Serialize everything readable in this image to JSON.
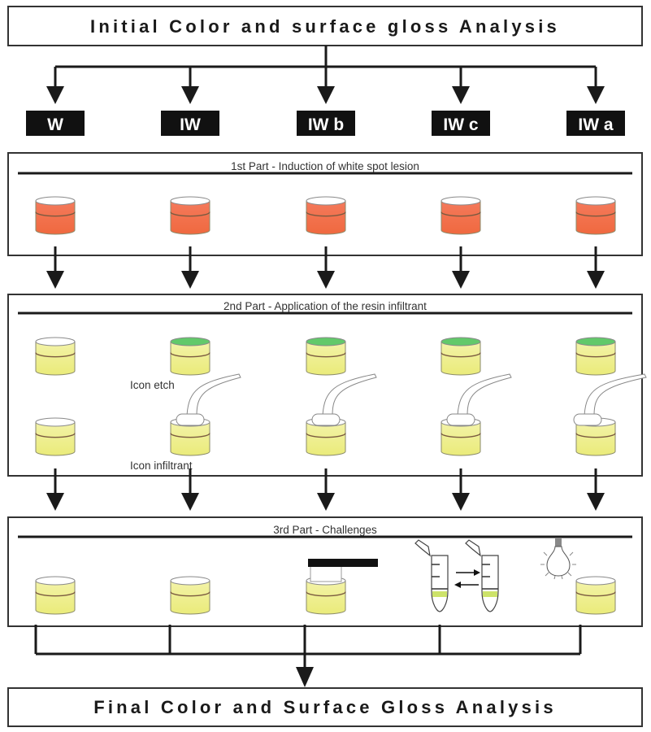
{
  "header": {
    "title": "Initial Color and surface gloss Analysis"
  },
  "groups": [
    {
      "label": "W"
    },
    {
      "label": "IW"
    },
    {
      "label": "IW b"
    },
    {
      "label": "IW c"
    },
    {
      "label": "IW a"
    }
  ],
  "parts": [
    {
      "title": "1st Part - Induction of white spot lesion"
    },
    {
      "title": "2nd Part - Application of the resin infiltrant",
      "notes": {
        "etch": "Icon etch",
        "infiltrant": "Icon infiltrant"
      }
    },
    {
      "title": "3rd Part - Challenges"
    }
  ],
  "footer": {
    "title": "Final Color and Surface Gloss Analysis"
  },
  "colors": {
    "lesion": "#f26b4a",
    "resin": "#eef08a",
    "etch": "#62c96a",
    "label_box": "#111111",
    "line": "#1a1a1a"
  },
  "part2_columns": [
    {
      "group": "W",
      "etched": false,
      "infiltrated": false
    },
    {
      "group": "IW",
      "etched": true,
      "infiltrated": true
    },
    {
      "group": "IW b",
      "etched": true,
      "infiltrated": true
    },
    {
      "group": "IW c",
      "etched": true,
      "infiltrated": true
    },
    {
      "group": "IW a",
      "etched": true,
      "infiltrated": true
    }
  ],
  "part3_challenges": [
    {
      "group": "W",
      "icon": "specimen"
    },
    {
      "group": "IW",
      "icon": "specimen"
    },
    {
      "group": "IW b",
      "icon": "brushing"
    },
    {
      "group": "IW c",
      "icon": "tube-cycling"
    },
    {
      "group": "IW a",
      "icon": "light-aging"
    }
  ]
}
